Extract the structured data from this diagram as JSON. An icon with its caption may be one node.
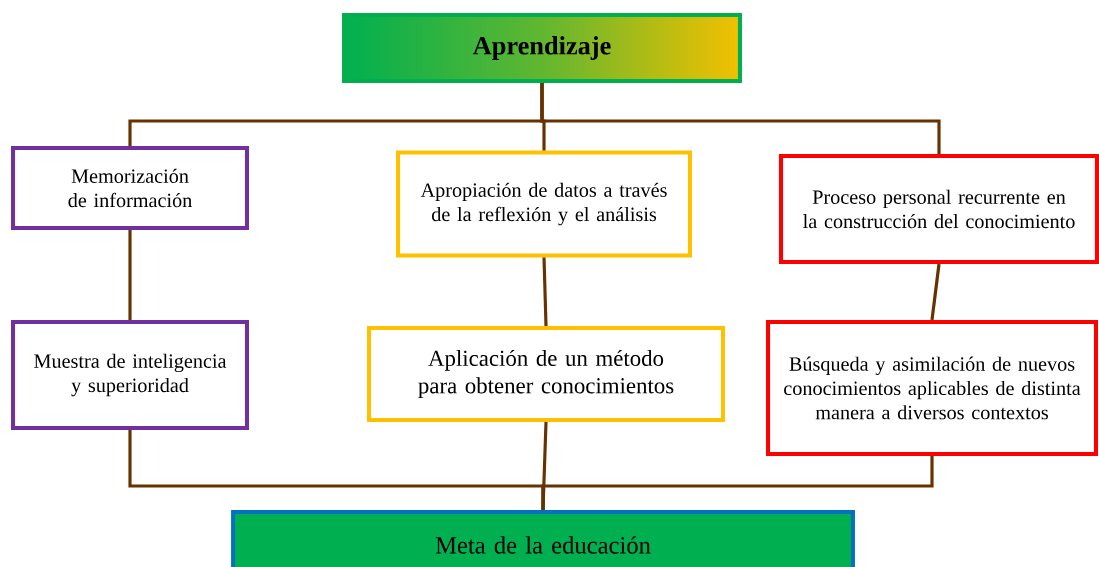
{
  "diagram": {
    "nodes": [
      {
        "text": [
          "Aprendizaje"
        ]
      },
      {
        "text": [
          "Memorización de información"
        ]
      },
      {
        "text": [
          "Apropiación de datos a través de la reflexión y el análisis"
        ]
      },
      {
        "text": [
          "Proceso personal recurrente en la construcción del conocimiento"
        ]
      },
      {
        "text": [
          "Muestra de inteligencia y superioridad"
        ]
      },
      {
        "text": [
          "Aplicación de un método para obtener conocimientos"
        ]
      },
      {
        "text": [
          "Búsqueda y asimilación de nuevos conocimientos aplicables de distinta manera a diversos contextos"
        ]
      },
      {
        "text": [
          "Meta de la educación"
        ]
      }
    ],
    "edges": [
      {
        "from": 0,
        "to": 1,
        "arrow": "none"
      },
      {
        "from": 0,
        "to": 2,
        "arrow": "none"
      },
      {
        "from": 0,
        "to": 3,
        "arrow": "none"
      },
      {
        "from": 1,
        "to": 4,
        "arrow": "none"
      },
      {
        "from": 2,
        "to": 5,
        "arrow": "none"
      },
      {
        "from": 3,
        "to": 6,
        "arrow": "none"
      },
      {
        "from": 4,
        "to": 7,
        "arrow": "none"
      },
      {
        "from": 5,
        "to": 7,
        "arrow": "none"
      },
      {
        "from": 6,
        "to": 7,
        "arrow": "none"
      }
    ]
  }
}
